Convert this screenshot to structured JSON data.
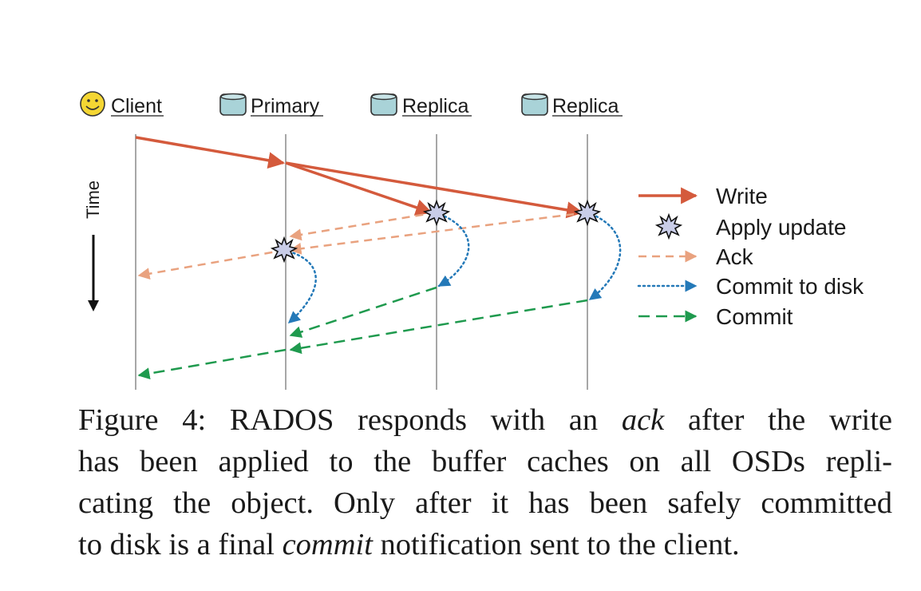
{
  "actors": [
    {
      "id": "client",
      "label": "Client",
      "icon": "smiley-icon"
    },
    {
      "id": "primary",
      "label": "Primary",
      "icon": "database-icon"
    },
    {
      "id": "replica1",
      "label": "Replica",
      "icon": "database-icon"
    },
    {
      "id": "replica2",
      "label": "Replica",
      "icon": "database-icon"
    }
  ],
  "time_axis": {
    "label": "Time"
  },
  "legend": [
    {
      "key": "write",
      "label": "Write",
      "color": "#d45a3c",
      "style": "solid"
    },
    {
      "key": "apply",
      "label": "Apply update",
      "color": "#c9cde8",
      "style": "burst"
    },
    {
      "key": "ack",
      "label": "Ack",
      "color": "#e9a27f",
      "style": "dashed"
    },
    {
      "key": "commit_disk",
      "label": "Commit to disk",
      "color": "#2479b8",
      "style": "dotted"
    },
    {
      "key": "commit",
      "label": "Commit",
      "color": "#1f9a4e",
      "style": "dashed"
    }
  ],
  "caption": {
    "prefix": "Figure 4: RADOS responds with an ",
    "em1": "ack",
    "mid1": " after the write",
    "line2": "has been applied to the buffer caches on all OSDs repli-",
    "line3": "cating the object. Only after it has been safely committed",
    "line4_prefix": "to disk is a final ",
    "em2": "commit",
    "line4_suffix": " notification sent to the client."
  }
}
